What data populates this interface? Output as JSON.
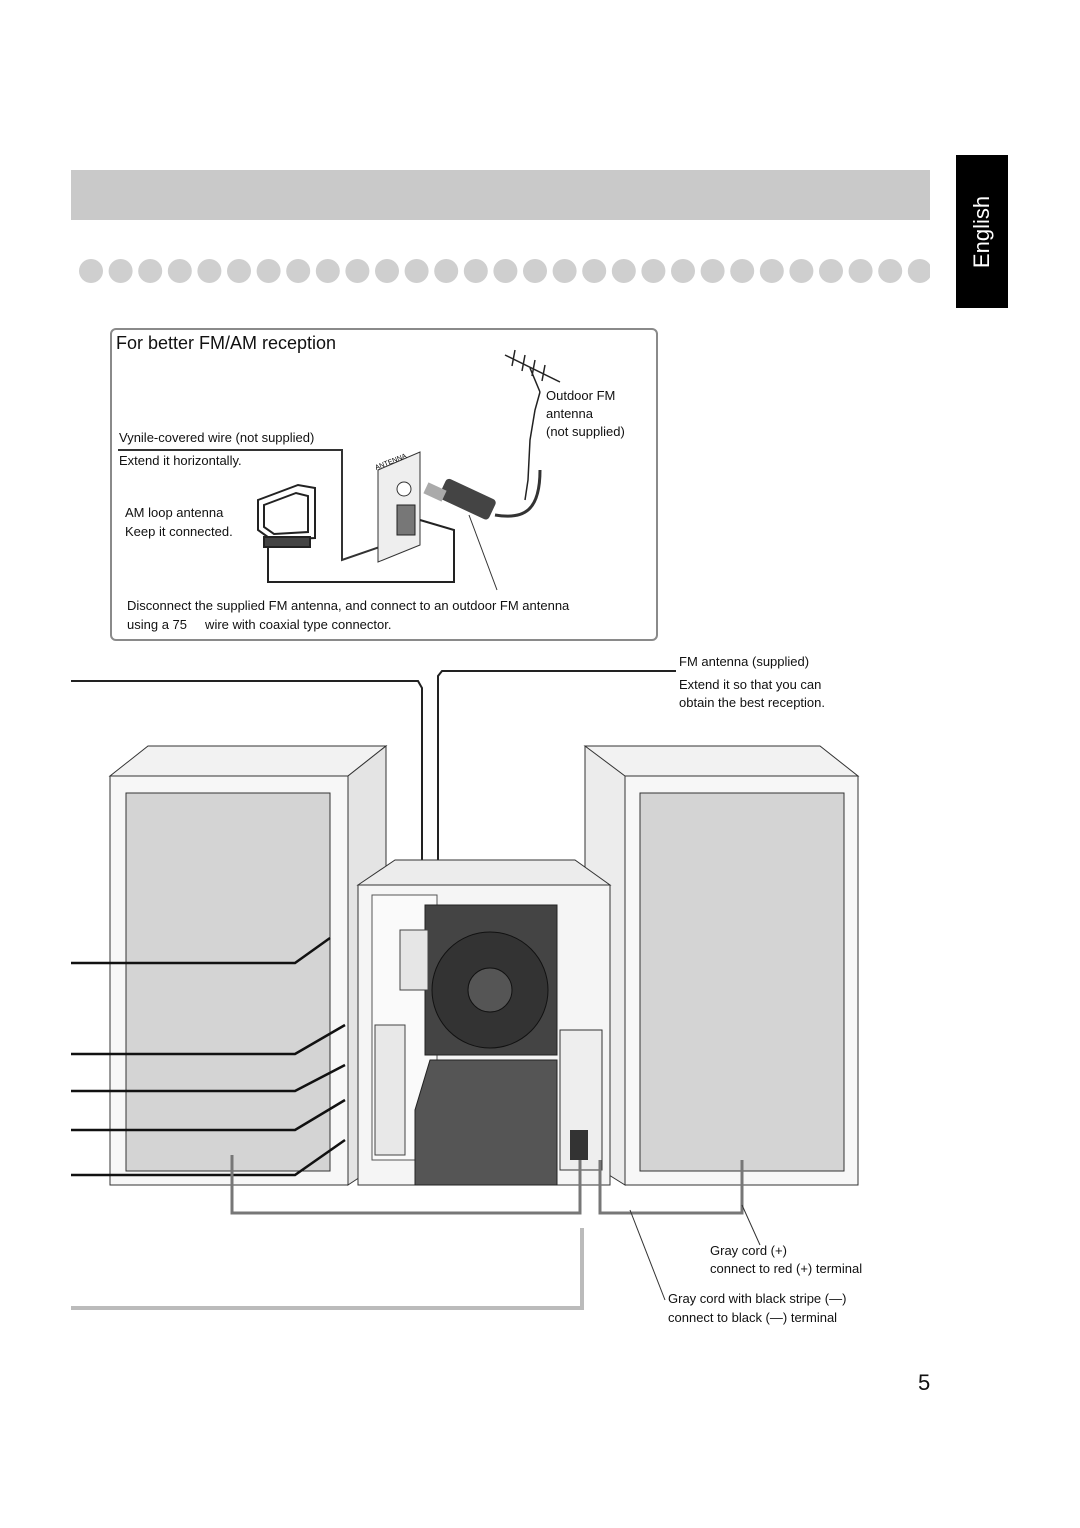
{
  "language_tab": "English",
  "reception_box": {
    "title": "For better FM/AM reception",
    "outdoor_antenna": [
      "Outdoor FM",
      "antenna",
      "(not supplied)"
    ],
    "wire_label": "Vynile-covered wire (not supplied)",
    "wire_instruction": "Extend it horizontally.",
    "am_loop_label": "AM loop antenna",
    "am_loop_instruction": "Keep it connected.",
    "panel_heading": "ANTENNA",
    "note_line1": "Disconnect the supplied FM antenna, and connect to an outdoor FM antenna",
    "note_line2": "using a 75     wire with coaxial type connector."
  },
  "fm_antenna": {
    "label": "FM antenna (supplied)",
    "instruction_line1": "Extend it so that you can",
    "instruction_line2": "obtain the best reception."
  },
  "cords": {
    "gray_cord": "Gray cord (+)",
    "gray_cord_instruction": "connect to red (+) terminal",
    "striped_cord": "Gray cord with black stripe (—)",
    "striped_cord_instruction": "connect to black (—) terminal"
  },
  "page_number": "5"
}
